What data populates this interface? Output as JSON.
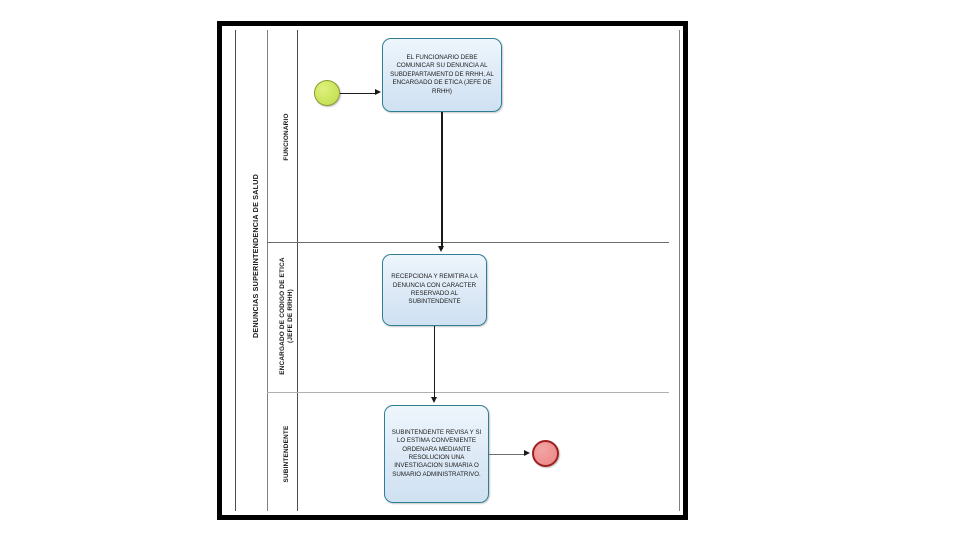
{
  "diagram": {
    "type": "bpmn-swimlane-flowchart",
    "pool": {
      "title": "DENUNCIAS  SUPERINTENDENCIA DE SALUD"
    },
    "lanes": [
      {
        "id": "lane-funcionario",
        "label": "FUNCIONARIO",
        "label_lines": [
          "FUNCIONARIO"
        ]
      },
      {
        "id": "lane-encargado-etica",
        "label": "ENCARGADO DE CODIGO DE ETICA (JEFE DE RRHH)",
        "label_lines": [
          "ENCARGADO DE CODIGO DE ETICA",
          "(JEFE DE RRHH)"
        ]
      },
      {
        "id": "lane-subintendente",
        "label": "SUBINTENDENTE",
        "label_lines": [
          "SUBINTENDENTE"
        ]
      }
    ],
    "nodes": [
      {
        "id": "start-event",
        "kind": "start-event",
        "lane": "lane-funcionario",
        "label": "",
        "fill": "#cfe863",
        "stroke": "#8a9a33"
      },
      {
        "id": "task-1",
        "kind": "task",
        "lane": "lane-funcionario",
        "text": "EL FUNCIONARIO DEBE COMUNICAR SU DENUNCIA AL SUBDEPARTAMENTO DE RRHH, AL ENCARGADO DE ETICA (JEFE DE RRHH)",
        "fill": "#dce9f6",
        "stroke": "#2f7f94"
      },
      {
        "id": "task-2",
        "kind": "task",
        "lane": "lane-encargado-etica",
        "text": "RECEPCIONA Y REMITIRA LA DENUNCIA CON CARACTER RESERVADO AL SUBINTENDENTE",
        "fill": "#dce9f6",
        "stroke": "#2f7f94"
      },
      {
        "id": "task-3",
        "kind": "task",
        "lane": "lane-subintendente",
        "text": "SUBINTENDENTE REVISA Y SI LO ESTIMA CONVENIENTE ORDENARA MEDIANTE RESOLUCION UNA INVESTIGACION SUMARIA O SUMARIO ADMINISTRATRIVO.",
        "fill": "#dce9f6",
        "stroke": "#2f7f94"
      },
      {
        "id": "end-event",
        "kind": "end-event",
        "lane": "lane-subintendente",
        "label": "",
        "fill": "#ef9494",
        "stroke": "#9e1f20"
      }
    ],
    "flows": [
      {
        "id": "flow-start-task1",
        "from": "start-event",
        "to": "task-1",
        "label": ""
      },
      {
        "id": "flow-task1-task2",
        "from": "task-1",
        "to": "task-2",
        "label": ""
      },
      {
        "id": "flow-task2-task3",
        "from": "task-2",
        "to": "task-3",
        "label": ""
      },
      {
        "id": "flow-task3-end",
        "from": "task-3",
        "to": "end-event",
        "label": ""
      }
    ]
  }
}
